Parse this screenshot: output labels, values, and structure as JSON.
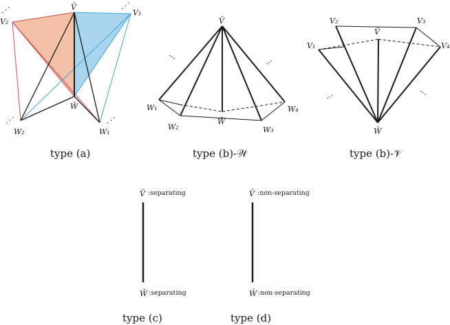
{
  "colors": {
    "ink": "#1a1a1a",
    "red": "#d94a4a",
    "red_fill": "#f3c0a8",
    "blue": "#3aa7d8",
    "blue_fill": "#a9d5ef"
  },
  "panel_a": {
    "caption": "type (a)",
    "labels": {
      "vbar": "V̄",
      "v1": "V₁",
      "v2": "V₂",
      "wbar": "W̄",
      "w1": "W₁",
      "w2": "W₂"
    },
    "dots": "⋰"
  },
  "panel_bw": {
    "caption": "type (b)-𝒲",
    "labels": {
      "vbar": "V̄",
      "wbar": "W̄",
      "w1": "W₁",
      "w2": "W₂",
      "w3": "W₃",
      "w4": "W₄"
    },
    "dots": "⋯"
  },
  "panel_bv": {
    "caption": "type (b)-𝒱",
    "labels": {
      "vbar": "V̄",
      "wbar": "W̄",
      "v1": "V₁",
      "v2": "V₂",
      "v3": "V₃",
      "v4": "V₄"
    },
    "dots": "⋯"
  },
  "panel_c": {
    "caption": "type (c)",
    "top_label": "V̄",
    "top_note": ":separating",
    "bottom_label": "W̄",
    "bottom_note": ":separating"
  },
  "panel_d": {
    "caption": "type (d)",
    "top_label": "V̄",
    "top_note": ":non-separating",
    "bottom_label": "W̄",
    "bottom_note": ":non-separating"
  }
}
